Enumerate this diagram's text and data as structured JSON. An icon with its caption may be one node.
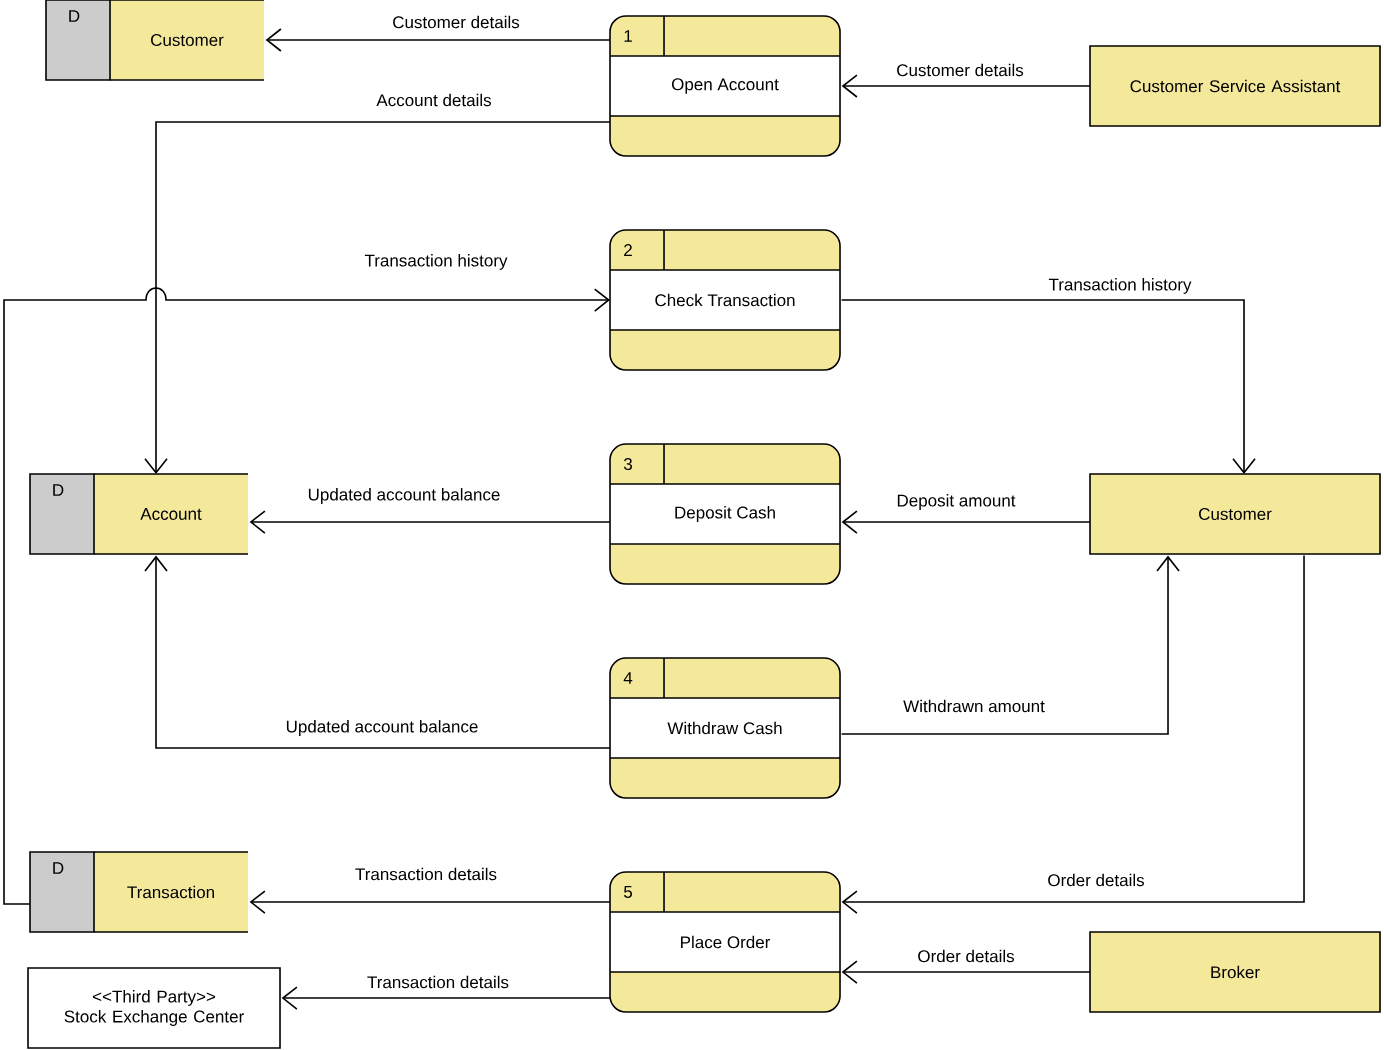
{
  "diagram": {
    "nodes": [
      {
        "text": [
          "D",
          "Customer"
        ]
      },
      {
        "text": [
          "1",
          "Open Account"
        ]
      },
      {
        "text": [
          "Customer Service Assistant"
        ]
      },
      {
        "text": [
          "2",
          "Check Transaction"
        ]
      },
      {
        "text": [
          "D",
          "Account"
        ]
      },
      {
        "text": [
          "3",
          "Deposit Cash"
        ]
      },
      {
        "text": [
          "Customer"
        ]
      },
      {
        "text": [
          "4",
          "Withdraw Cash"
        ]
      },
      {
        "text": [
          "D",
          "Transaction"
        ]
      },
      {
        "text": [
          "5",
          "Place Order"
        ]
      },
      {
        "text": [
          "Broker"
        ]
      },
      {
        "text": [
          "<<Third Party>>",
          "Stock Exchange Center"
        ]
      }
    ],
    "edges": [
      {
        "from": 1,
        "to": 0,
        "arrow": "to",
        "label": "Customer details"
      },
      {
        "from": 2,
        "to": 1,
        "arrow": "to",
        "label": "Customer details"
      },
      {
        "from": 1,
        "to": 4,
        "arrow": "to",
        "label": "Account details"
      },
      {
        "from": 8,
        "to": 3,
        "arrow": "to",
        "label": "Transaction history"
      },
      {
        "from": 3,
        "to": 6,
        "arrow": "to",
        "label": "Transaction history"
      },
      {
        "from": 5,
        "to": 4,
        "arrow": "to",
        "label": "Updated account balance"
      },
      {
        "from": 6,
        "to": 5,
        "arrow": "to",
        "label": "Deposit amount"
      },
      {
        "from": 7,
        "to": 4,
        "arrow": "to",
        "label": "Updated account balance"
      },
      {
        "from": 7,
        "to": 6,
        "arrow": "to",
        "label": "Withdrawn amount"
      },
      {
        "from": 9,
        "to": 8,
        "arrow": "to",
        "label": "Transaction details"
      },
      {
        "from": 6,
        "to": 9,
        "arrow": "to",
        "label": "Order details"
      },
      {
        "from": 10,
        "to": 9,
        "arrow": "to",
        "label": "Order details"
      },
      {
        "from": 9,
        "to": 11,
        "arrow": "to",
        "label": "Transaction details"
      }
    ]
  }
}
